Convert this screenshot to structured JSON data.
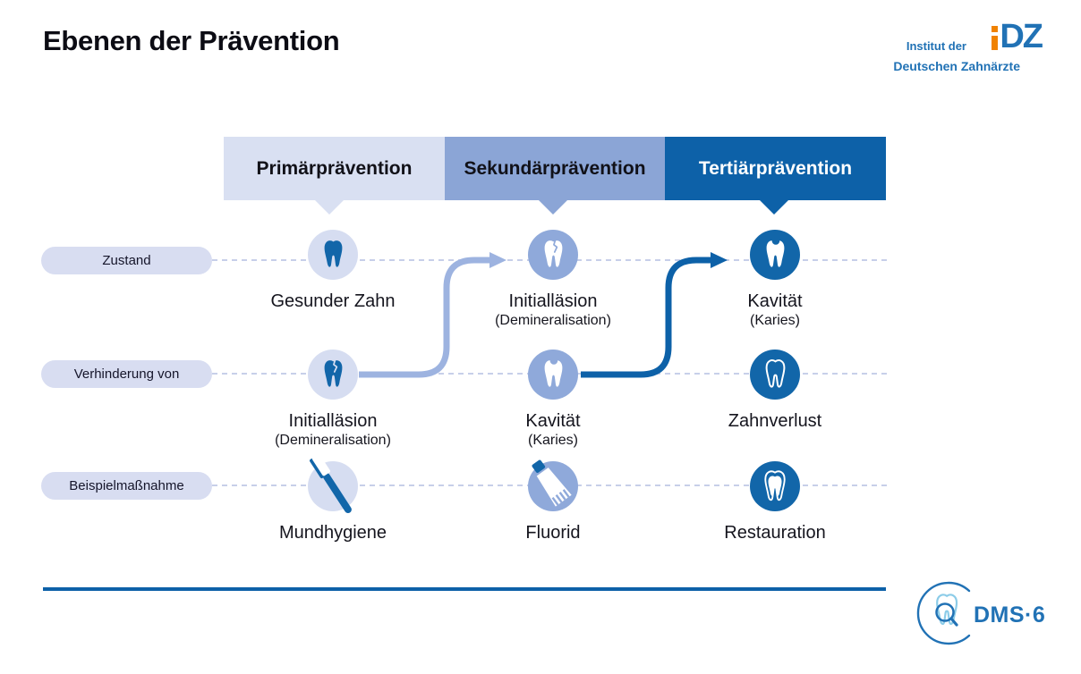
{
  "title": "Ebenen der Prävention",
  "idz_logo": {
    "line1": "Institut der",
    "line2": "Deutschen Zahnärzte",
    "mark": "DZ"
  },
  "column_headers": [
    {
      "label": "Primärprävention",
      "bg": "#d9e0f2",
      "text_color": "#111118"
    },
    {
      "label": "Sekundärprävention",
      "bg": "#8ba5d6",
      "text_color": "#111118"
    },
    {
      "label": "Tertiärprävention",
      "bg": "#0d61a8",
      "text_color": "#ffffff"
    }
  ],
  "row_labels": [
    {
      "label": "Zustand"
    },
    {
      "label": "Verhinderung von"
    },
    {
      "label": "Beispielmaßnahme"
    }
  ],
  "cells": [
    {
      "row": "Zustand",
      "column": "Primärprävention",
      "title": "Gesunder Zahn",
      "subtitle": "",
      "icon": "tooth-healthy-icon"
    },
    {
      "row": "Zustand",
      "column": "Sekundärprävention",
      "title": "Initialläsion",
      "subtitle": "(Demineralisation)",
      "icon": "tooth-initial-lesion-icon"
    },
    {
      "row": "Zustand",
      "column": "Tertiärprävention",
      "title": "Kavität",
      "subtitle": "(Karies)",
      "icon": "tooth-cavity-icon"
    },
    {
      "row": "Verhinderung von",
      "column": "Primärprävention",
      "title": "Initialläsion",
      "subtitle": "(Demineralisation)",
      "icon": "tooth-initial-lesion-icon"
    },
    {
      "row": "Verhinderung von",
      "column": "Sekundärprävention",
      "title": "Kavität",
      "subtitle": "(Karies)",
      "icon": "tooth-cavity-icon"
    },
    {
      "row": "Verhinderung von",
      "column": "Tertiärprävention",
      "title": "Zahnverlust",
      "subtitle": "",
      "icon": "tooth-missing-outline-icon"
    },
    {
      "row": "Beispielmaßnahme",
      "column": "Primärprävention",
      "title": "Mundhygiene",
      "subtitle": "",
      "icon": "toothbrush-icon"
    },
    {
      "row": "Beispielmaßnahme",
      "column": "Sekundärprävention",
      "title": "Fluorid",
      "subtitle": "",
      "icon": "toothpaste-tube-icon"
    },
    {
      "row": "Beispielmaßnahme",
      "column": "Tertiärprävention",
      "title": "Restauration",
      "subtitle": "",
      "icon": "tooth-restoration-icon"
    }
  ],
  "flow_arrows": [
    {
      "from": "Initialläsion (Verhinderung von, Primärprävention)",
      "to": "Initialläsion (Zustand, Sekundärprävention)",
      "color": "#9db3e0"
    },
    {
      "from": "Kavität (Verhinderung von, Sekundärprävention)",
      "to": "Kavität (Zustand, Tertiärprävention)",
      "color": "#0d61a8"
    }
  ],
  "footer": {
    "logo_text": "DMS·6"
  },
  "colors": {
    "primary_light": "#d9e0f2",
    "primary_medium": "#8ba5d6",
    "primary_dark": "#0d61a8",
    "icon_blue": "#1266a9",
    "arrow_light": "#9db3e0",
    "arrow_dark": "#0d61a8",
    "dotted_line": "#c7cfe9",
    "pill_bg": "#d8ddf1",
    "idz_blue": "#2172b5",
    "idz_orange": "#f08200",
    "title_text": "#0c0c14"
  }
}
